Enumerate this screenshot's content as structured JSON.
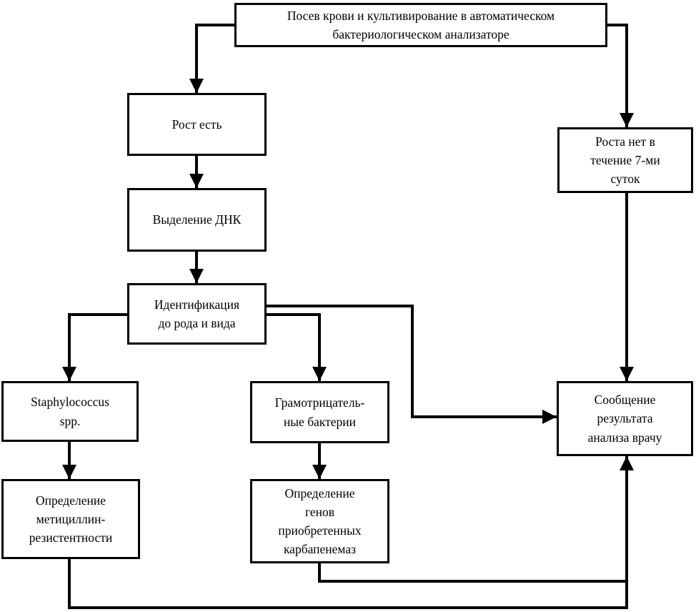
{
  "diagram": {
    "type": "flowchart",
    "language": "ru",
    "boxes": {
      "blood_culture": "Посев крови и культивирование в автоматическом\nбактериологическом анализаторе",
      "growth_yes": "Рост есть",
      "dna_extraction": "Выделение ДНК",
      "identification": "Идентификация\nдо рода и вида",
      "staphylococcus": "Staphylococcus\nspp.",
      "gram_negative": "Грамотрицатель-\nные бактерии",
      "methicillin": "Определение\nметициллин-\nрезистентности",
      "carbapenemase": "Определение\nгенов\nприобретенных\nкарбапенемаз",
      "no_growth": "Роста нет в\nтечение 7-ми\nсуток",
      "report": "Сообщение\nрезультата\nанализа врачу"
    },
    "edges": [
      {
        "from": "blood_culture",
        "to": "growth_yes"
      },
      {
        "from": "blood_culture",
        "to": "no_growth"
      },
      {
        "from": "growth_yes",
        "to": "dna_extraction"
      },
      {
        "from": "dna_extraction",
        "to": "identification"
      },
      {
        "from": "identification",
        "to": "staphylococcus"
      },
      {
        "from": "identification",
        "to": "gram_negative"
      },
      {
        "from": "identification",
        "to": "report"
      },
      {
        "from": "staphylococcus",
        "to": "methicillin"
      },
      {
        "from": "gram_negative",
        "to": "carbapenemase"
      },
      {
        "from": "no_growth",
        "to": "report"
      },
      {
        "from": "methicillin",
        "to": "report"
      },
      {
        "from": "carbapenemase",
        "to": "report"
      }
    ],
    "colors": {
      "line": "#000000",
      "background": "#ffffff",
      "text": "#000000"
    }
  }
}
